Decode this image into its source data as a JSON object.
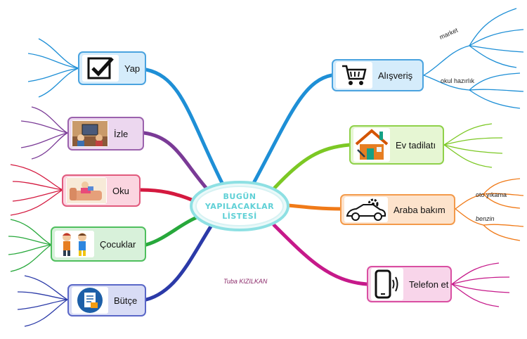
{
  "central": {
    "title": "BUGÜN\nYAPILACAKLAR\nLİSTESİ"
  },
  "author": "Tuba KIZILKAN",
  "branches_left": [
    {
      "label": "Yap",
      "icon": "checkmark-icon",
      "color": "#1e8fd6"
    },
    {
      "label": "İzle",
      "icon": "tv-family-icon",
      "color": "#7a3a96"
    },
    {
      "label": "Oku",
      "icon": "reading-icon",
      "color": "#d4193f"
    },
    {
      "label": "Çocuklar",
      "icon": "children-icon",
      "color": "#27a83b"
    },
    {
      "label": "Bütçe",
      "icon": "budget-icon",
      "color": "#2b3aa8"
    }
  ],
  "branches_right": [
    {
      "label": "Alışveriş",
      "icon": "shopping-cart-icon",
      "color": "#1e8fd6",
      "subs": [
        "market",
        "okul hazırlık"
      ]
    },
    {
      "label": "Ev tadilatı",
      "icon": "house-repair-icon",
      "color": "#7cc824",
      "subs": []
    },
    {
      "label": "Araba bakım",
      "icon": "car-service-icon",
      "color": "#f07a18",
      "subs": [
        "oto yıkama",
        "benzin"
      ]
    },
    {
      "label": "Telefon et",
      "icon": "phone-icon",
      "color": "#c6198a",
      "subs": []
    }
  ]
}
